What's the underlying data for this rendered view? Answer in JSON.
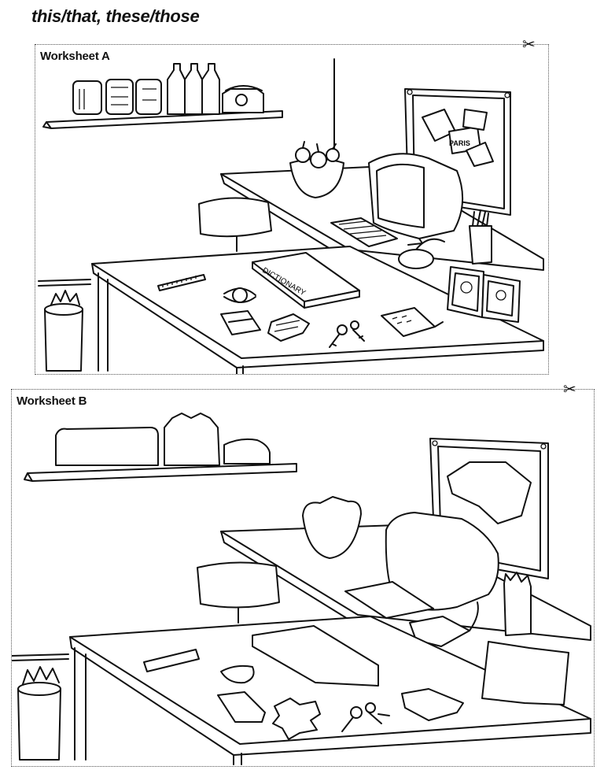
{
  "page": {
    "title": "this/that, these/those"
  },
  "worksheets": [
    {
      "label": "Worksheet A",
      "dictionary_text": "DICTIONARY",
      "poster_text": "PARIS"
    },
    {
      "label": "Worksheet B"
    }
  ],
  "icons": {
    "cut_here": "scissors-icon"
  }
}
